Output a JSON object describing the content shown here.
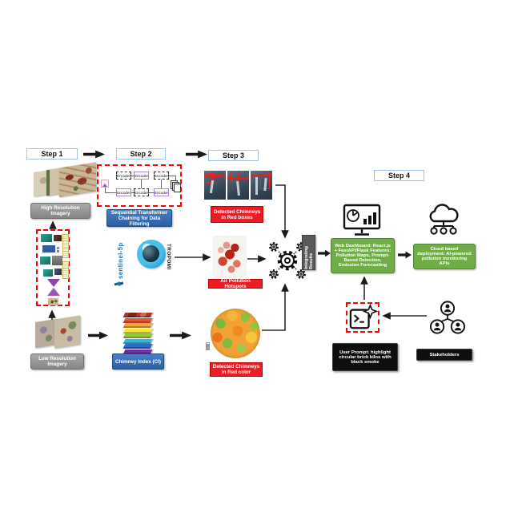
{
  "header": {
    "step1": "Step 1",
    "step2": "Step 2",
    "step3": "Step 3",
    "step4": "Step 4"
  },
  "step1": {
    "high_res_label": "High Resolution Imagery",
    "low_res_label": "Low Resolution Imagery",
    "chimney_index_label": "Chimney Index (CI)"
  },
  "step2": {
    "encoder_label": "Encoder",
    "transformer_label": "Sequential Transformer Chaining for Data Filtering"
  },
  "step3": {
    "detected_boxes_label": "Detected Chimneys in Red boxes",
    "hotspots_label": "Air Pollution Hotspots",
    "detected_color_label": "Detected Chimneys in Red color"
  },
  "satellite": {
    "name": "sentinel-5p",
    "instrument": "TROPOMI"
  },
  "integration": {
    "label": "Integrating Results"
  },
  "step4": {
    "dashboard_label": "Web Dashboard: React.js + FastAPI/Flask Features: Pollution Maps, Prompt-Based Detection, Emission Forecasting",
    "cloud_label": "Cloud based deployment: AI-powered pollution monitoring APIs",
    "user_prompt_bold": "User Prompt:",
    "user_prompt_text": " highlight circular brick kilns with black smoke",
    "stakeholders_label": "Stakeholders"
  },
  "colors": {
    "accent_red": "#ff0000",
    "label_red": "#ed1c24",
    "blue": "#2e75b6",
    "green": "#70ad47",
    "gray": "#9a9a9a",
    "black": "#111111",
    "step_border_blue": "#9dc3e6"
  }
}
